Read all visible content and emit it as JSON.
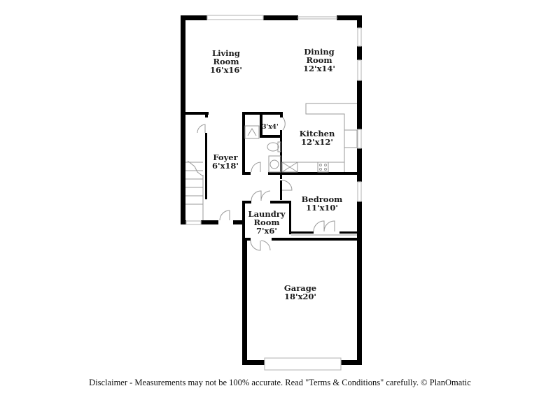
{
  "floor_plan": {
    "colors": {
      "wall": "#000000",
      "window": "#cfcfcf",
      "fixture": "#9a9a9a",
      "background": "#ffffff"
    },
    "rooms": [
      {
        "id": "living-room",
        "name_line1": "Living",
        "name_line2": "Room",
        "dimensions": "16'x16'"
      },
      {
        "id": "dining-room",
        "name_line1": "Dining",
        "name_line2": "Room",
        "dimensions": "12'x14'"
      },
      {
        "id": "kitchen",
        "name_line1": "Kitchen",
        "dimensions": "12'x12'"
      },
      {
        "id": "closet",
        "dimensions": "3'x4'"
      },
      {
        "id": "foyer",
        "name_line1": "Foyer",
        "dimensions": "6'x18'"
      },
      {
        "id": "bedroom",
        "name_line1": "Bedroom",
        "dimensions": "11'x10'"
      },
      {
        "id": "laundry-room",
        "name_line1": "Laundry",
        "name_line2": "Room",
        "dimensions": "7'x6'"
      },
      {
        "id": "garage",
        "name_line1": "Garage",
        "dimensions": "18'x20'"
      }
    ]
  },
  "footer": {
    "disclaimer": "Disclaimer - Measurements may not be 100% accurate. Read \"Terms & Conditions\" carefully. © PlanOmatic"
  }
}
